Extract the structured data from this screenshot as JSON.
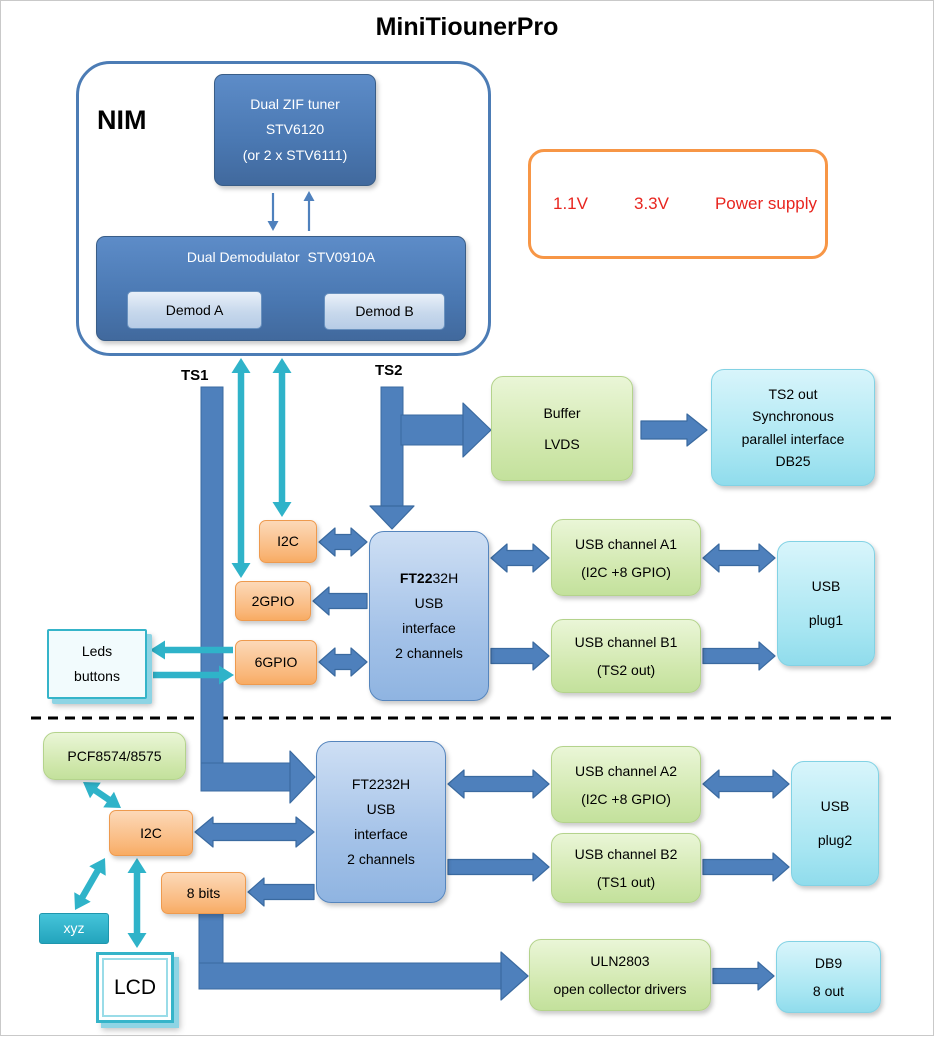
{
  "title": "MiniTiounerPro",
  "nim": {
    "label": "NIM",
    "tuner": "Dual ZIF tuner\nSTV6120\n(or 2 x STV6111)",
    "demodulator": {
      "title": "Dual Demodulator  STV0910A",
      "demod_a": "Demod A",
      "demod_b": "Demod B"
    }
  },
  "power": {
    "v1": "1.1V",
    "v2": "3.3V",
    "label": "Power supply"
  },
  "ts": {
    "ts1": "TS1",
    "ts2": "TS2"
  },
  "buffer_lvds": "Buffer\nLVDS",
  "ts2_out": "TS2 out\nSynchronous\nparallel interface\nDB25",
  "io": {
    "i2c1": "I2C",
    "gpio2": "2GPIO",
    "gpio6": "6GPIO",
    "i2c2": "I2C",
    "bits8": "8 bits"
  },
  "leds_buttons": "Leds\nbuttons",
  "ft1": {
    "bold": "FT22",
    "rest": "32H",
    "lines": "USB\ninterface\n2 channels"
  },
  "ft2": "FT2232H\nUSB\ninterface\n2 channels",
  "usb": {
    "a1": "USB channel A1\n(I2C +8 GPIO)",
    "b1": "USB channel B1\n(TS2 out)",
    "plug1": "USB\nplug1",
    "a2": "USB channel A2\n(I2C +8 GPIO)",
    "b2": "USB channel B2\n(TS1 out)",
    "plug2": "USB\nplug2"
  },
  "pcf": "PCF8574/8575",
  "xyz": "xyz",
  "lcd": "LCD",
  "uln": "ULN2803\nopen collector drivers",
  "db9": "DB9\n8 out",
  "colors": {
    "blue_arrow": "#4e80bc",
    "teal_arrow": "#2fb3c9",
    "dark_blue_box": "#4f81bd",
    "orange_border": "#f79646",
    "red_text": "#e8251f"
  }
}
